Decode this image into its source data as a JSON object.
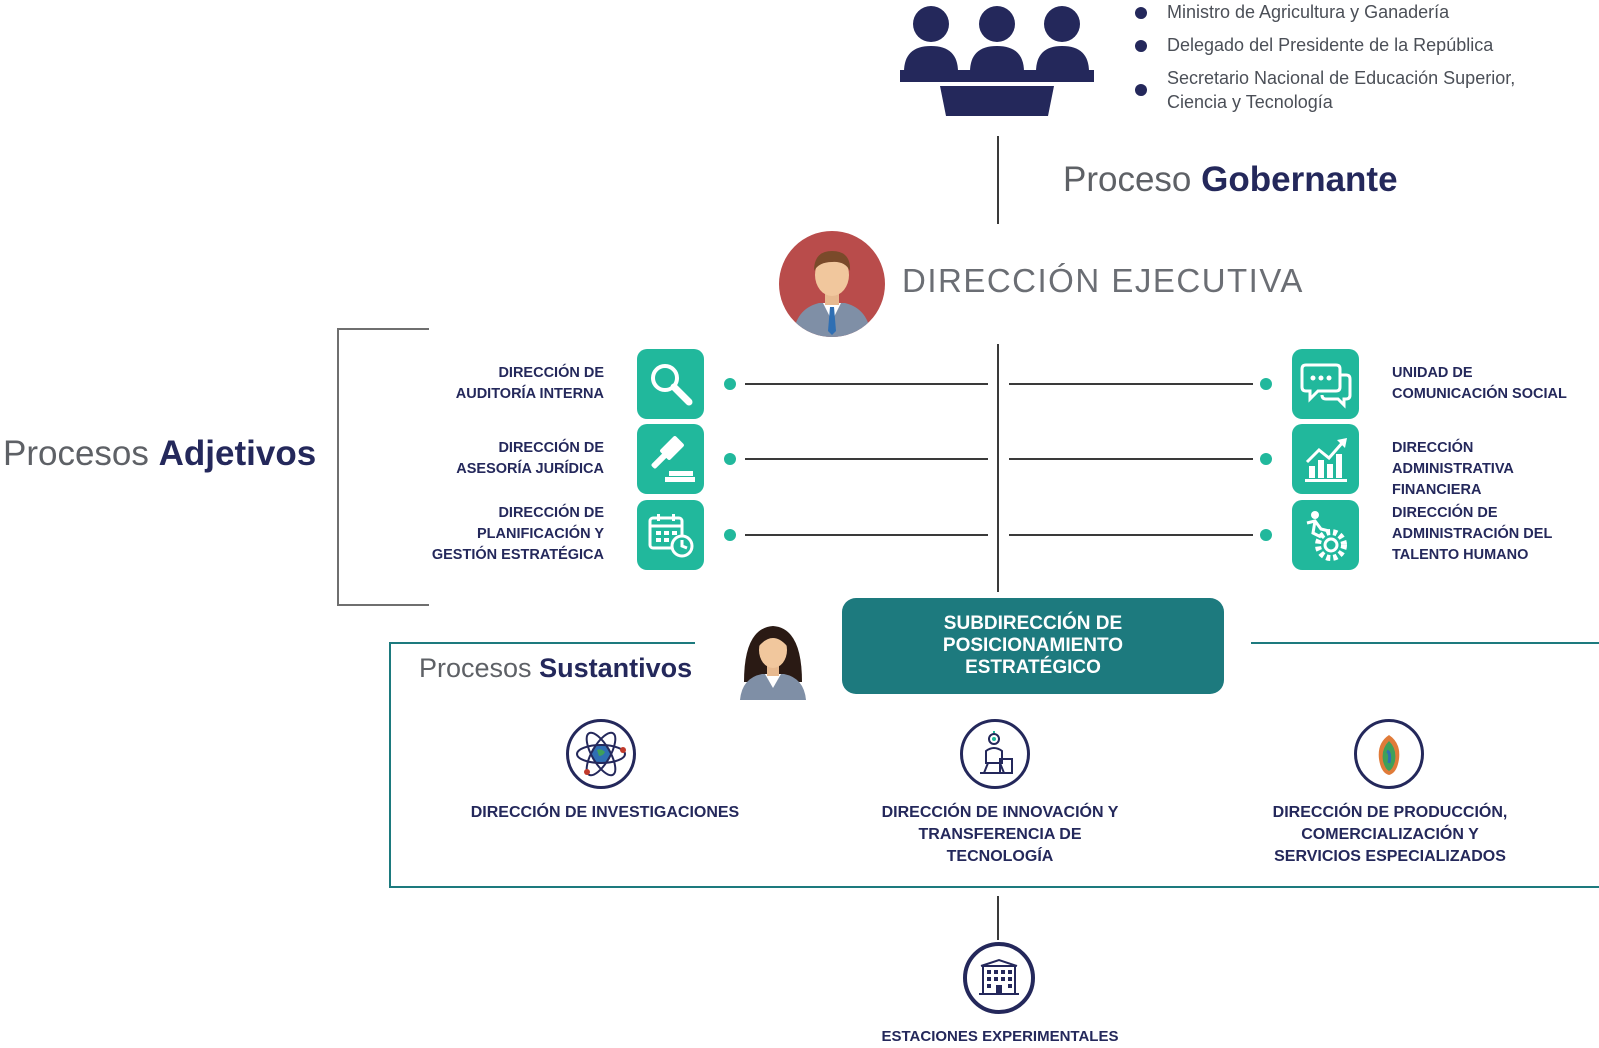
{
  "board": {
    "members": [
      "Ministro de Agricultura y Ganadería",
      "Delegado del Presidente de la República",
      "Secretario Nacional de Educación Superior, Ciencia y Tecnología"
    ]
  },
  "gobernante": {
    "prefix": "Proceso",
    "bold": "Gobernante"
  },
  "executive": {
    "title": "DIRECCIÓN EJECUTIVA"
  },
  "adjetivos": {
    "prefix": "Procesos",
    "bold": "Adjetivos"
  },
  "left_units": [
    {
      "label": "DIRECCIÓN DE AUDITORÍA INTERNA",
      "icon": "magnifier-icon"
    },
    {
      "label": "DIRECCIÓN DE ASESORÍA JURÍDICA",
      "icon": "gavel-icon"
    },
    {
      "label": "DIRECCIÓN DE PLANIFICACIÓN Y GESTIÓN ESTRATÉGICA",
      "icon": "calendar-clock-icon"
    }
  ],
  "right_units": [
    {
      "label": "UNIDAD DE COMUNICACIÓN SOCIAL",
      "icon": "chat-bubbles-icon"
    },
    {
      "label": "DIRECCIÓN ADMINISTRATIVA FINANCIERA",
      "icon": "growth-chart-icon"
    },
    {
      "label": "DIRECCIÓN DE ADMINISTRACIÓN DEL TALENTO HUMANO",
      "icon": "runner-gear-icon"
    }
  ],
  "subdireccion": {
    "label": "SUBDIRECCIÓN DE POSICIONAMIENTO ESTRATÉGICO"
  },
  "sustantivos": {
    "prefix": "Procesos",
    "bold": "Sustantivos",
    "units": [
      {
        "label": "DIRECCIÓN DE INVESTIGACIONES",
        "icon": "atom-icon"
      },
      {
        "label": "DIRECCIÓN DE INNOVACIÓN Y TRANSFERENCIA DE TECNOLOGÍA",
        "icon": "innovation-person-icon"
      },
      {
        "label": "DIRECCIÓN DE PRODUCCIÓN, COMERCIALIZACIÓN Y SERVICIOS ESPECIALIZADOS",
        "icon": "seed-icon"
      }
    ]
  },
  "stations": {
    "label": "ESTACIONES EXPERIMENTALES",
    "icon": "building-icon"
  },
  "colors": {
    "navy": "#24285b",
    "teal": "#21b89c",
    "dark_teal": "#1d7a7e",
    "exec_avatar_bg": "#b94c4b"
  }
}
